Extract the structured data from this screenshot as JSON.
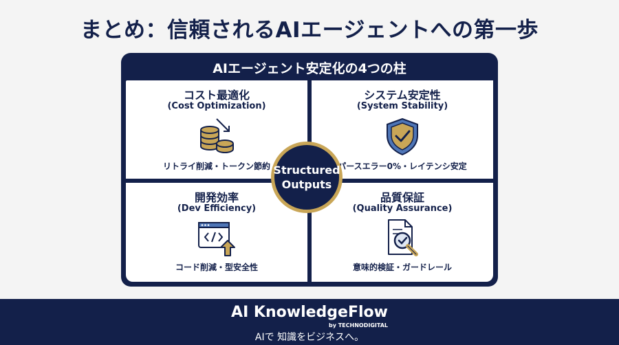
{
  "page": {
    "title": "まとめ：信頼されるAIエージェントへの第一歩"
  },
  "panel": {
    "title": "AIエージェント安定化の4つの柱",
    "hub_line1": "Structured",
    "hub_line2": "Outputs",
    "pillars": [
      {
        "title": "コスト最適化",
        "subtitle": "(Cost Optimization)",
        "desc": "リトライ削減・トークン節約",
        "icon": "coins-icon"
      },
      {
        "title": "システム安定性",
        "subtitle": "(System Stability)",
        "desc": "パースエラー0%・レイテンシ安定",
        "icon": "shield-check-icon"
      },
      {
        "title": "開発効率",
        "subtitle": "(Dev Efficiency)",
        "desc": "コード削減・型安全性",
        "icon": "code-window-icon"
      },
      {
        "title": "品質保証",
        "subtitle": "(Quality Assurance)",
        "desc": "意味的検証・ガードレール",
        "icon": "document-magnifier-icon"
      }
    ]
  },
  "footer": {
    "brand": "AI KnowledgeFlow",
    "byline": "by TECHNODIGITAL",
    "tagline": "AIで 知識をビジネスへ。"
  },
  "colors": {
    "navy": "#13204a",
    "gold": "#c9a657",
    "shield_blue": "#4f76b7",
    "background": "#f4f4f4"
  }
}
